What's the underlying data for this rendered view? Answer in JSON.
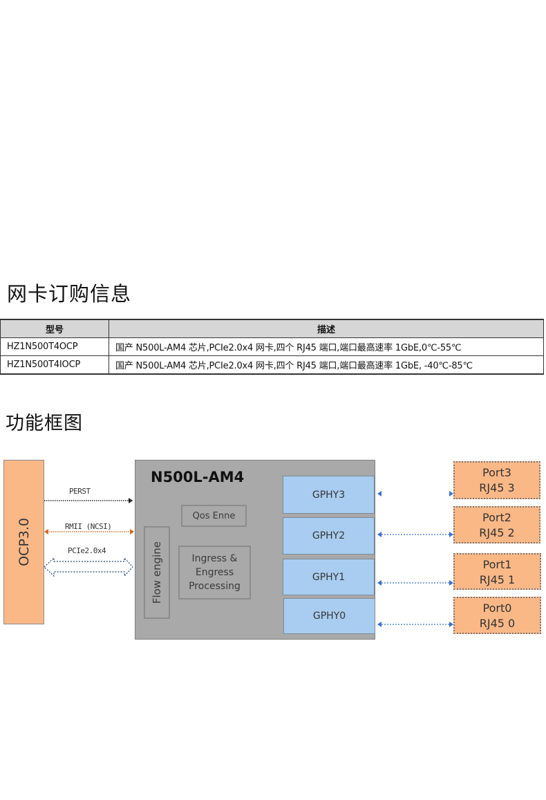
{
  "order_section": {
    "title": "网卡订购信息",
    "table": {
      "headers": [
        "型号",
        "描述"
      ],
      "rows": [
        {
          "model": "HZ1N500T4OCP",
          "description": "国产 N500L-AM4 芯片,PCIe2.0x4 网卡,四个 RJ45 端口,端口最高速率 1GbE,0℃-55℃"
        },
        {
          "model": "HZ1N500T4IOCP",
          "description": "国产 N500L-AM4 芯片,PCIe2.0x4 网卡,四个 RJ45 端口,端口最高速率 1GbE, -40℃-85℃"
        }
      ]
    }
  },
  "function_section": {
    "title": "功能框图",
    "diagram": {
      "host": "OCP3.0",
      "chip": "N500L-AM4",
      "blocks": {
        "qos": "Qos Enne",
        "flow": "Flow engine",
        "ingress": "Ingress & Engress Processing"
      },
      "links": [
        "PERST",
        "RMII (NCSI)",
        "PCIe2.0x4"
      ],
      "gphys": [
        "GPHY3",
        "GPHY2",
        "GPHY1",
        "GPHY0"
      ],
      "ports": [
        {
          "name": "Port3",
          "jack": "RJ45 3"
        },
        {
          "name": "Port2",
          "jack": "RJ45 2"
        },
        {
          "name": "Port1",
          "jack": "RJ45 1"
        },
        {
          "name": "Port0",
          "jack": "RJ45 0"
        }
      ],
      "colors": {
        "orange_fill": "#fbb887",
        "chip_gray": "#a9a9a9",
        "gphy_blue": "#a8cdf0",
        "ncsi_link": "#d2691e",
        "pcie_link": "#1f3f7a",
        "port_link": "#3a6fd0"
      }
    }
  }
}
